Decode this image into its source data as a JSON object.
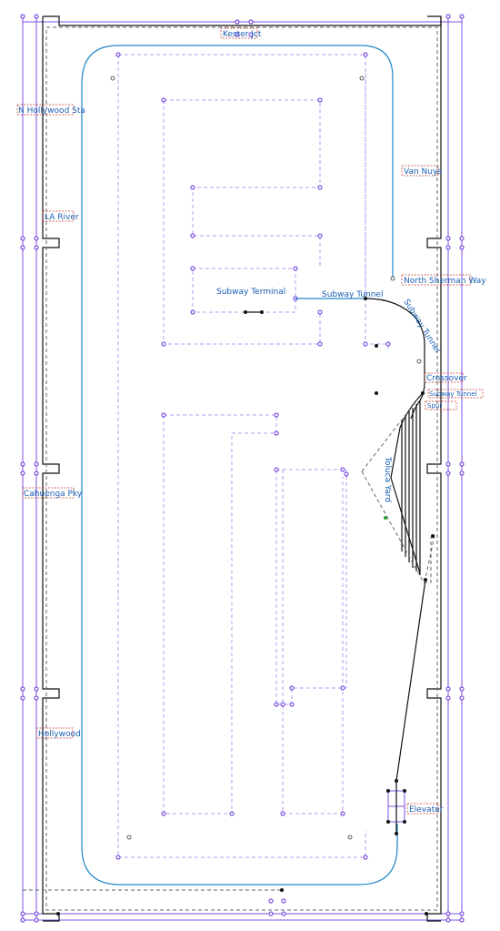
{
  "labels": {
    "kester_jct": "Kester Jct",
    "n_hollywood_sta": "N Hollywood Sta",
    "van_nuys": "Van Nuys",
    "la_river": "LA River",
    "north_sherman_way": "North Sherman Way",
    "subway_terminal": "Subway Terminal",
    "subway_tunnel_h": "Subway Tunnel",
    "subway_tunnel_curve": "Subway Tunnel",
    "crossover": "Crossover",
    "small_a": "Subway Tunnel",
    "small_b": "Spur",
    "toluca_yard": "Toluca Yard",
    "cahuenga_pky": "Cahuenga Pky",
    "hollywood": "Hollywood",
    "elevator": "Elevator"
  },
  "colors": {
    "frame": "#7b4fe0",
    "frame_light": "#b19ff0",
    "mainline": "#1f86c8",
    "track": "#111111",
    "label": "#1a5fb4",
    "label_box": "#c0392b"
  }
}
